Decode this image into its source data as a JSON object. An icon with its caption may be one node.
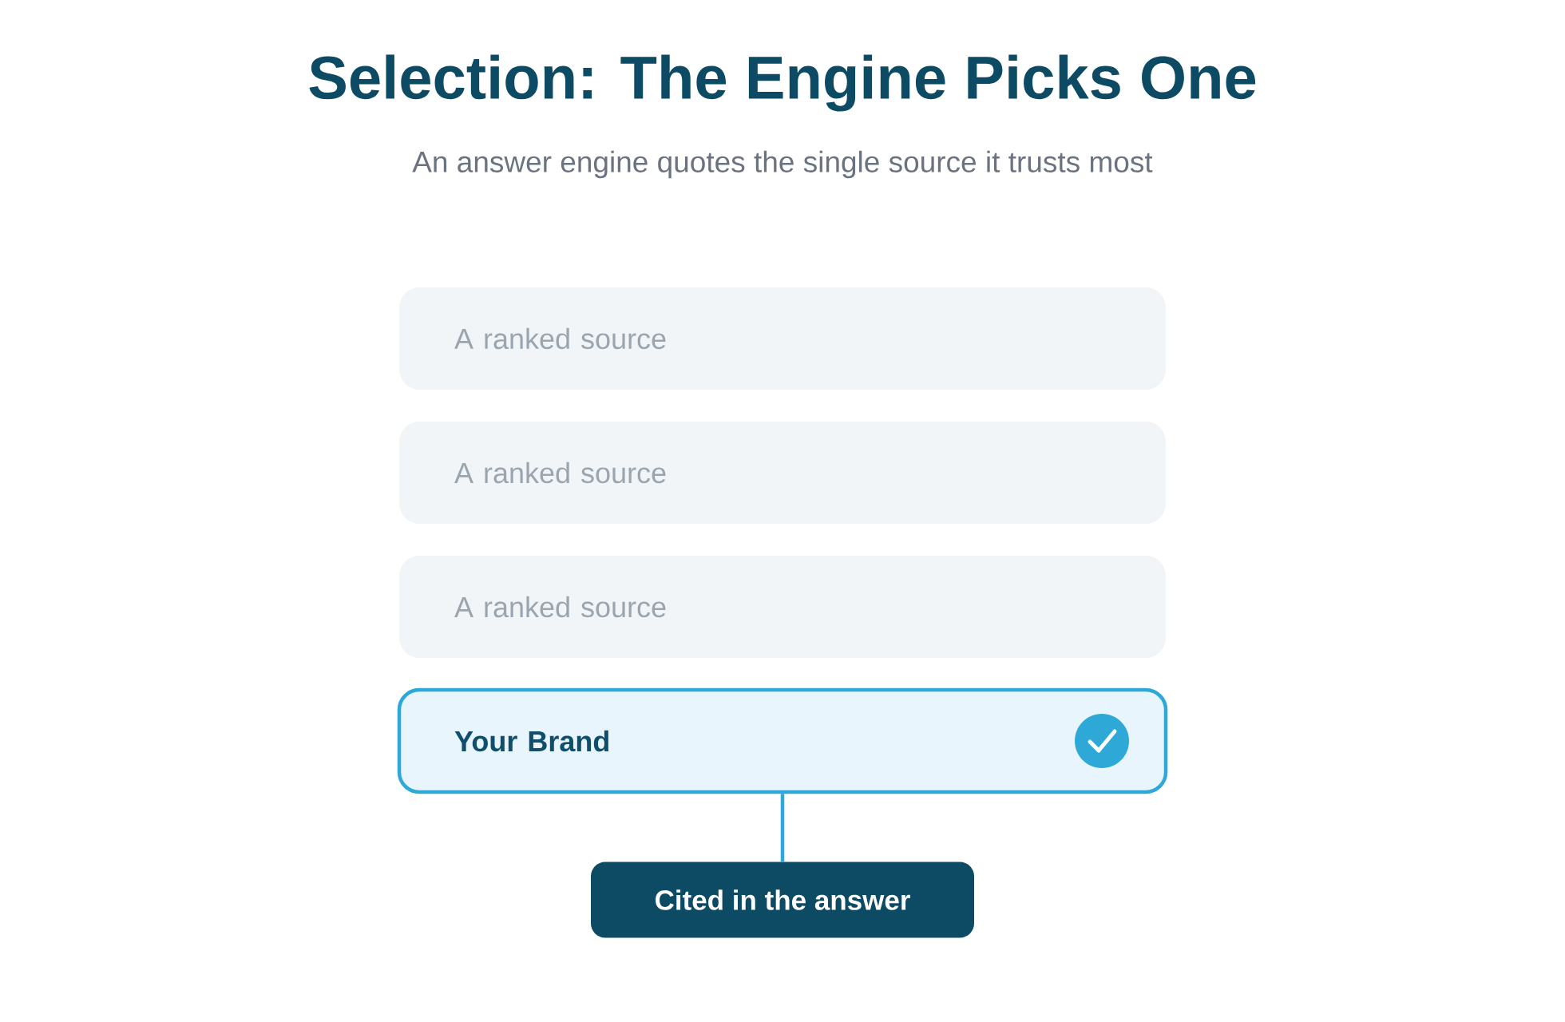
{
  "diagram": {
    "title": "Selection: The Engine Picks One",
    "nodes": [
      {
        "text": [
          "A ranked source"
        ]
      },
      {
        "text": [
          "A ranked source"
        ]
      },
      {
        "text": [
          "A ranked source"
        ]
      },
      {
        "text": [
          "Your Brand"
        ]
      },
      {
        "text": [
          "Cited in the answer"
        ]
      }
    ],
    "edges": [
      {
        "from": 3,
        "to": 4,
        "arrow": "none"
      }
    ],
    "labels": [
      "An answer engine quotes the single source it trusts most"
    ]
  }
}
